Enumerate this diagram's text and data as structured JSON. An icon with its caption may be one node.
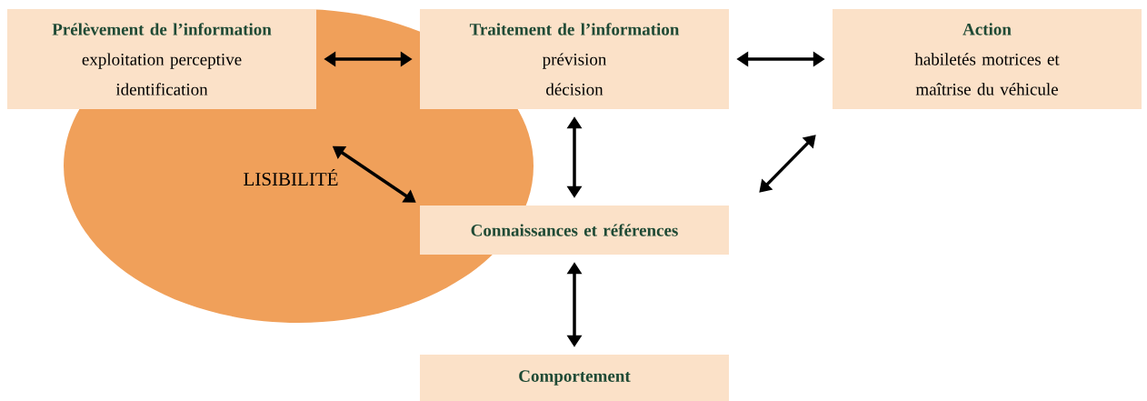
{
  "diagram": {
    "nodes": [
      {
        "text": [
          "Prélèvement de l’information",
          "exploitation perceptive identification"
        ]
      },
      {
        "text": [
          "Traitement de l’information",
          "prévision",
          "décision"
        ]
      },
      {
        "text": [
          "Action",
          "habiletés motrices et maîtrise du véhicule"
        ]
      },
      {
        "text": [
          "LISIBILITÉ"
        ]
      },
      {
        "text": [
          "Connaissances et références"
        ]
      },
      {
        "text": [
          "Comportement"
        ]
      }
    ],
    "edges": [
      {
        "from": 0,
        "to": 1,
        "arrow": "both"
      },
      {
        "from": 1,
        "to": 2,
        "arrow": "both"
      },
      {
        "from": 1,
        "to": 4,
        "arrow": "both"
      },
      {
        "from": 3,
        "to": 4,
        "arrow": "both"
      },
      {
        "from": 2,
        "to": 4,
        "arrow": "both"
      },
      {
        "from": 4,
        "to": 5,
        "arrow": "both"
      }
    ]
  }
}
